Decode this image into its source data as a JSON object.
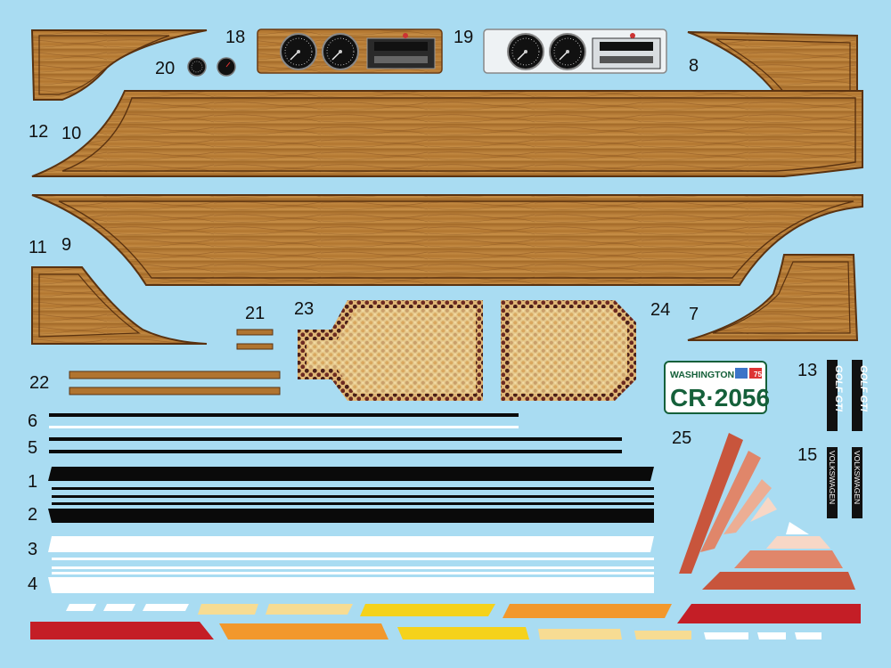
{
  "sheet": {
    "background": "#a9dcf2",
    "numbers": [
      "18",
      "19",
      "20",
      "8",
      "12",
      "10",
      "11",
      "9",
      "21",
      "23",
      "24",
      "7",
      "22",
      "13",
      "6",
      "5",
      "25",
      "15",
      "1",
      "2",
      "3",
      "4"
    ]
  },
  "plate": {
    "state": "WASHINGTON",
    "badge": "75",
    "number": "CR·2056",
    "color": "#15603a"
  },
  "badges": {
    "model": "GOLF GTI",
    "brand": "VOLKSWAGEN"
  },
  "colors": {
    "wood": "#b57d36",
    "wood_dark": "#5a3210",
    "stripe_black": "#0a0a0a",
    "stripe_white": "#ffffff",
    "red": "#c41e26",
    "orange": "#f2982c",
    "yellow": "#f5d21b",
    "cream": "#f7dc93",
    "rust": "#c8553c"
  },
  "icons": [
    "gauge-icon",
    "radio-icon",
    "rattan-pattern"
  ]
}
